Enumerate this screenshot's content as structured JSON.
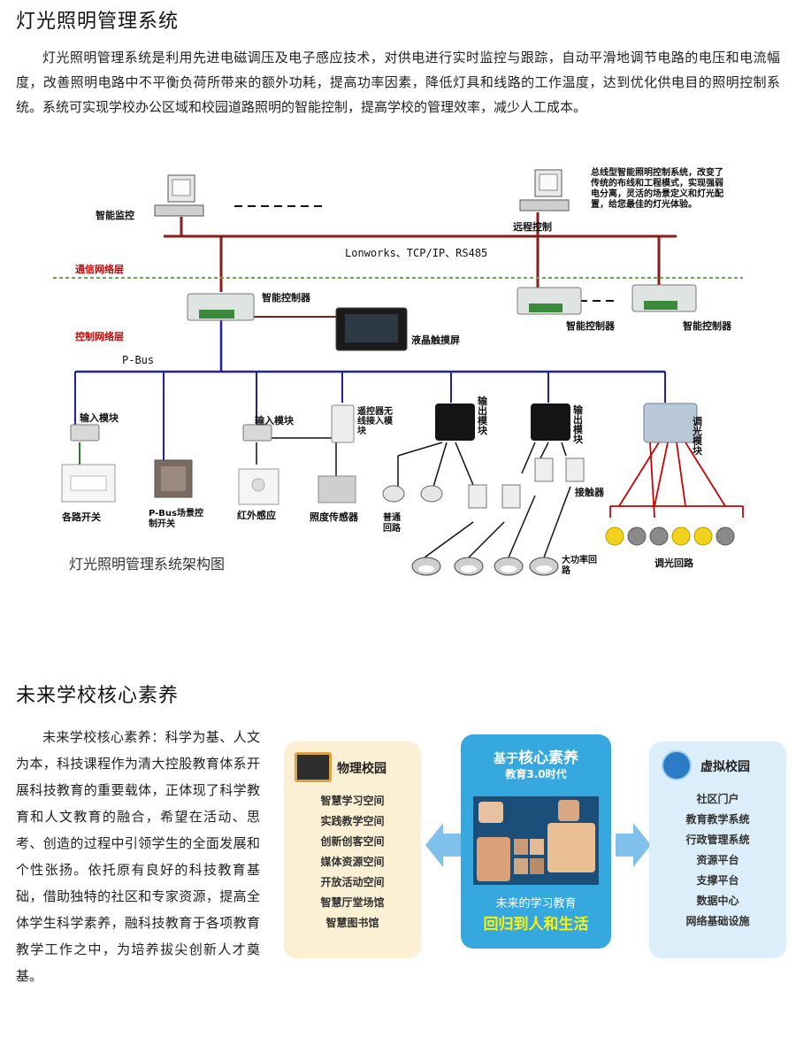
{
  "section1": {
    "title": "灯光照明管理系统",
    "paragraph": "灯光照明管理系统是利用先进电磁调压及电子感应技术，对供电进行实时监控与跟踪，自动平滑地调节电路的电压和电流幅度，改善照明电路中不平衡负荷所带来的额外功耗，提高功率因素，降低灯具和线路的工作温度，达到优化供电目的照明控制系统。系统可实现学校办公区域和校园道路照明的智能控制，提高学校的管理效率，减少人工成本。"
  },
  "diagram": {
    "caption": "灯光照明管理系统架构图",
    "smart_monitor": "智能监控",
    "remote_control": "远程控制",
    "bus_note": "总线型智能照明控制系统，改变了传统的布线和工程模式，实现强弱电分离，灵活的场景定义和灯光配置，给您最佳的灯光体验。",
    "protocols": "Lonworks、TCP/IP、RS485",
    "comm_layer": "通信网络层",
    "ctrl_layer": "控制网络层",
    "smart_controller": "智能控制器",
    "lcd_touch": "液晶触摸屏",
    "pbus": "P-Bus",
    "input_module": "输入模块",
    "remote_wireless": "遥控器无线接入模块",
    "output_module": "输出模块",
    "dimming_module": "调光模块",
    "multi_switch": "各路开关",
    "pbus_scene": "P-Bus场景控制开关",
    "infrared": "红外感应",
    "illuminance": "照度传感器",
    "normal_circuit": "普通回路",
    "contactor": "接触器",
    "high_power": "大功率回路",
    "dimming_circuit": "调光回路"
  },
  "section2": {
    "title": "未来学校核心素养",
    "paragraph": "未来学校核心素养：科学为基、人文为本，科技课程作为清大控股教育体系开展科技教育的重要载体，正体现了科学教育和人文教育的融合，希望在活动、思考、创造的过程中引领学生的全面发展和个性张扬。依托原有良好的科技教育基础，借助独特的社区和专家资源，提高全体学生科学素养，融科技教育于各项教育教学工作之中，为培养拔尖创新人才奠基。"
  },
  "infographic": {
    "left": {
      "title": "物理校园",
      "items": [
        "智慧学习空间",
        "实践教学空间",
        "创新创客空间",
        "媒体资源空间",
        "开放活动空间",
        "智慧厅堂场馆",
        "智慧图书馆"
      ]
    },
    "center": {
      "title_prefix": "基于",
      "title_highlight": "核心素养",
      "subtitle": "教育3.0时代",
      "bottom_line1": "未来的学习教育",
      "bottom_line2": "回归到人和生活"
    },
    "right": {
      "title": "虚拟校园",
      "items": [
        "社区门户",
        "教育教学系统",
        "行政管理系统",
        "资源平台",
        "支撑平台",
        "数据中心",
        "网络基础设施"
      ]
    }
  },
  "colors": {
    "bus_red": "#8b1a1a",
    "bus_blue": "#1f1fa8",
    "layer_green": "#6aa84f",
    "layer_red": "#cc0000",
    "left_panel": "#fbefd4",
    "center_panel": "#35a9df",
    "right_panel": "#dceef9"
  }
}
